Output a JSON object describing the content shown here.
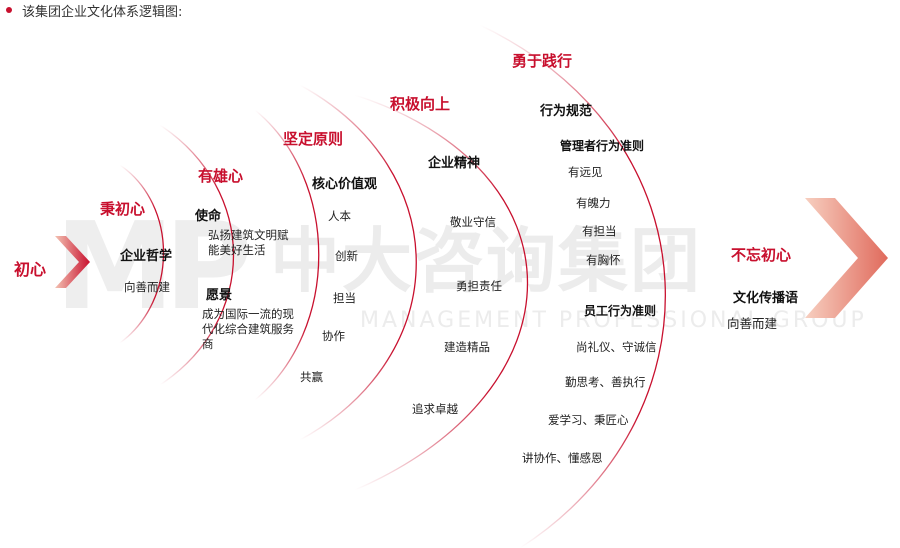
{
  "intro": "该集团企业文化体系逻辑图:",
  "watermark": {
    "logo": "MP",
    "cn": "中大咨询集团",
    "en": "MANAGEMENT PROFESSIONAL GROUP"
  },
  "start": {
    "label": "初心"
  },
  "stages": [
    {
      "title": "秉初心",
      "heading": "企业哲学",
      "items": [
        "向善而建"
      ]
    },
    {
      "title": "有雄心",
      "mission_label": "使命",
      "mission_text": "弘扬建筑文明赋能美好生活",
      "vision_label": "愿景",
      "vision_text": "成为国际一流的现代化综合建筑服务商"
    },
    {
      "title": "坚定原则",
      "heading": "核心价值观",
      "items": [
        "人本",
        "创新",
        "担当",
        "协作",
        "共赢"
      ]
    },
    {
      "title": "积极向上",
      "heading": "企业精神",
      "items": [
        "敬业守信",
        "勇担责任",
        "建造精品",
        "追求卓越"
      ]
    },
    {
      "title": "勇于践行",
      "heading": "行为规范",
      "sub1": "管理者行为准则",
      "sub1_items": [
        "有远见",
        "有魄力",
        "有担当",
        "有胸怀"
      ],
      "sub2": "员工行为准则",
      "sub2_items": [
        "尚礼仪、守诚信",
        "勤思考、善执行",
        "爱学习、秉匠心",
        "讲协作、懂感恩"
      ]
    }
  ],
  "end": {
    "title": "不忘初心",
    "heading": "文化传播语",
    "text": "向善而建"
  },
  "colors": {
    "accent": "#c8102e",
    "arrow_light": "#f2b5a6",
    "arc": "#c8102e"
  }
}
